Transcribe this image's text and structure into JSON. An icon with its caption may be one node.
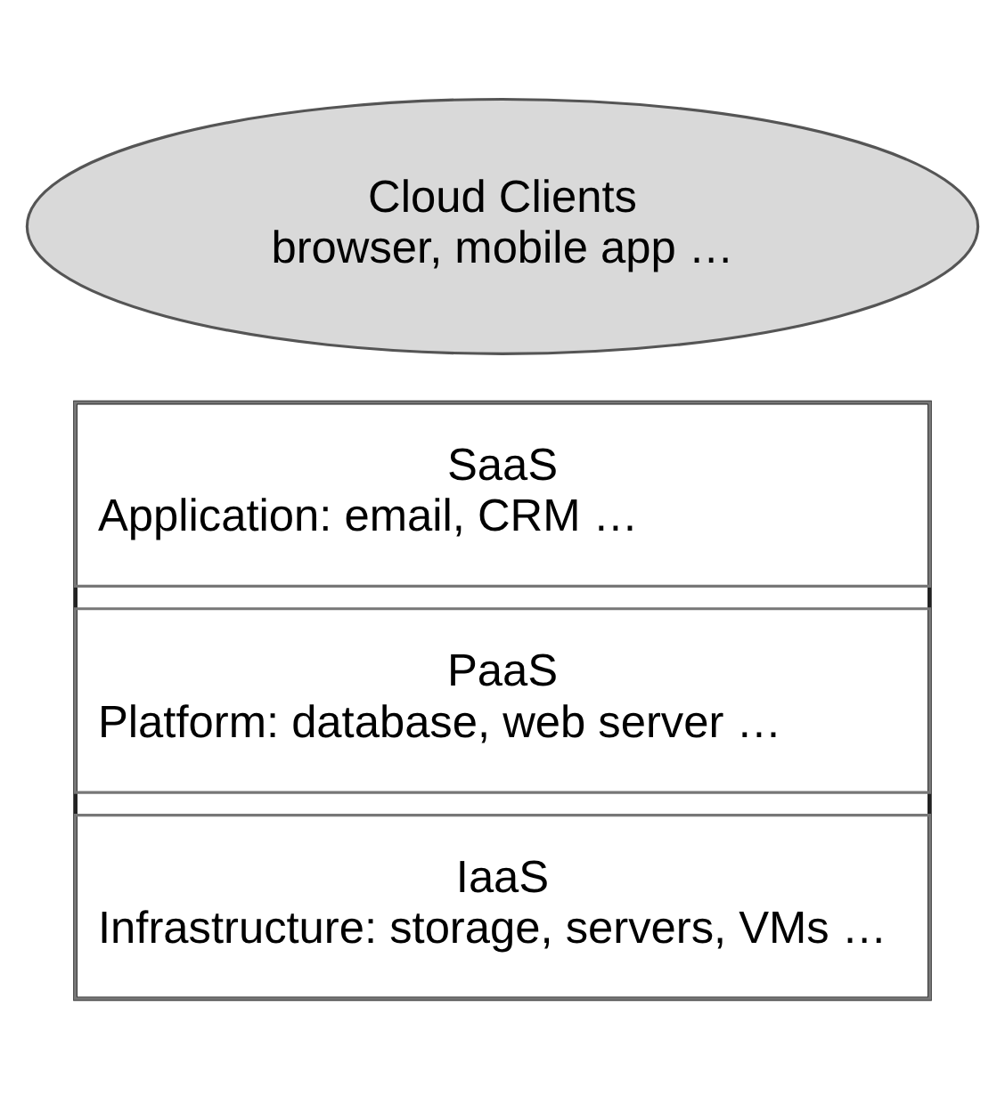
{
  "diagram": {
    "nodes": [
      {
        "text": [
          "Cloud Clients",
          "browser, mobile app …"
        ]
      },
      {
        "text": [],
        "shape": "box"
      },
      {
        "text": [
          "SaaS",
          "Application: email, CRM …"
        ],
        "in": 1
      },
      {
        "text": [
          "PaaS",
          "Platform: database, web server …"
        ],
        "in": 1
      },
      {
        "text": [
          "IaaS",
          "Infrastructure: storage, servers, VMs …"
        ],
        "in": 1
      }
    ],
    "edges": []
  }
}
